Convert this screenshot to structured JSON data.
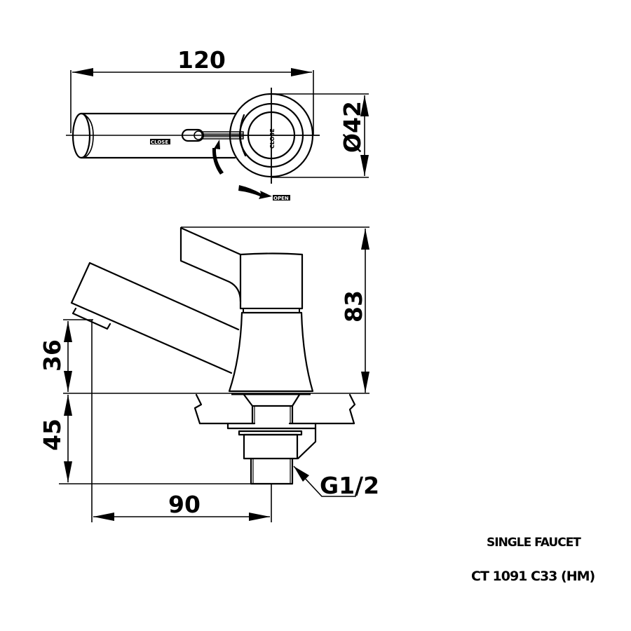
{
  "drawing": {
    "top_view": {
      "width_dimension": "120",
      "diameter_dimension": "Ø42",
      "close_label": "CLOSE",
      "open_label": "OPEN",
      "knob_label": "CLOSE"
    },
    "side_view": {
      "height_dimension": "83",
      "spout_height_dimension": "36",
      "shank_length_dimension": "45",
      "reach_dimension": "90",
      "thread_label": "G1/2"
    }
  },
  "title_block": {
    "product_name": "SINGLE FAUCET",
    "model_code": "CT 1091 C33 (HM)"
  },
  "colors": {
    "line": "#000000",
    "background": "#ffffff"
  }
}
